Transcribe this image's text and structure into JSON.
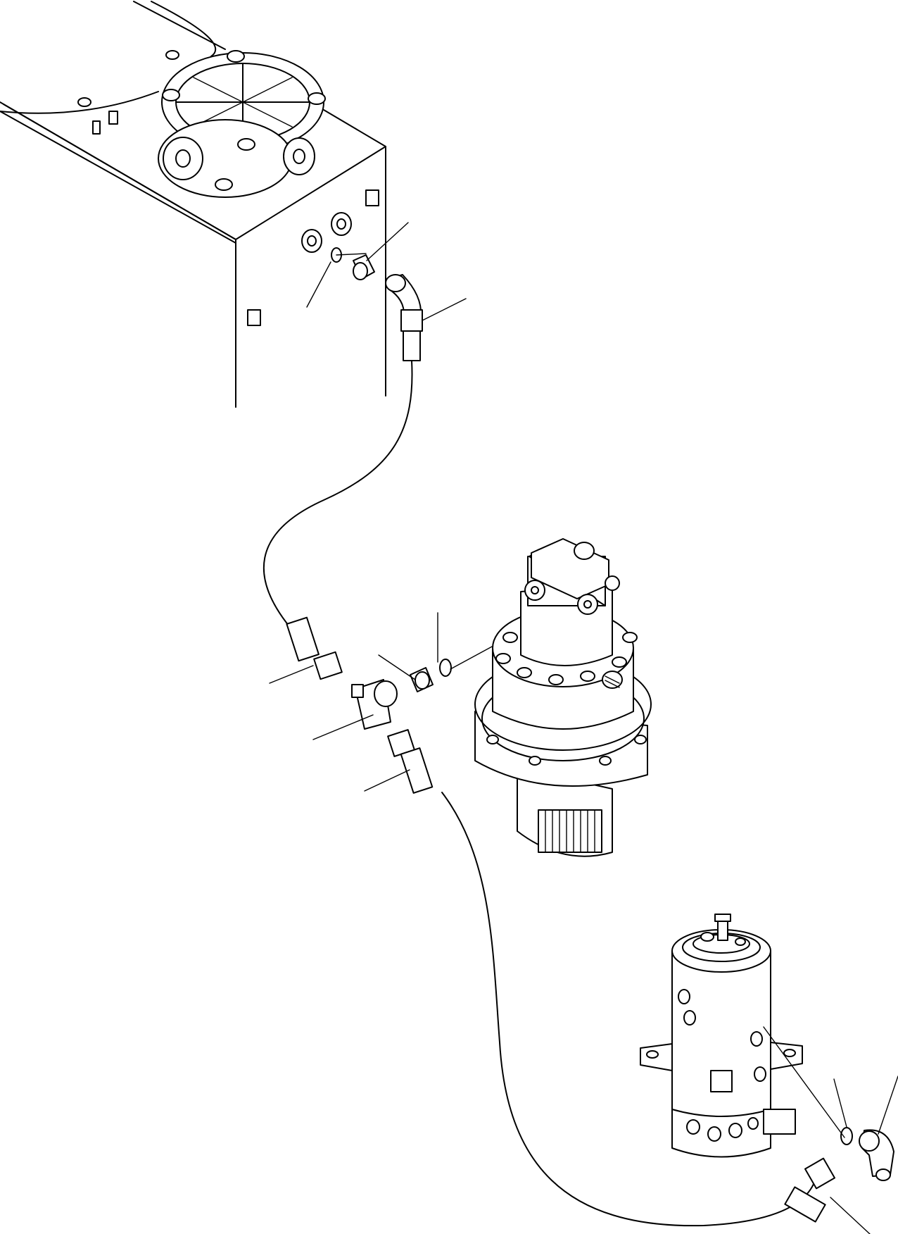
{
  "diagram": {
    "components": [
      {
        "name": "hydraulic-tank",
        "icon": "tank-icon"
      },
      {
        "name": "swing-motor",
        "icon": "swing-motor-icon"
      },
      {
        "name": "swivel-joint",
        "icon": "swivel-joint-icon"
      }
    ],
    "fittings": [
      {
        "name": "o-ring",
        "icon": "o-ring-icon"
      },
      {
        "name": "adapter",
        "icon": "adapter-icon"
      },
      {
        "name": "elbow",
        "icon": "elbow-icon"
      },
      {
        "name": "tee",
        "icon": "tee-icon"
      },
      {
        "name": "hose",
        "icon": "hose-icon"
      }
    ],
    "callout_labels": []
  }
}
